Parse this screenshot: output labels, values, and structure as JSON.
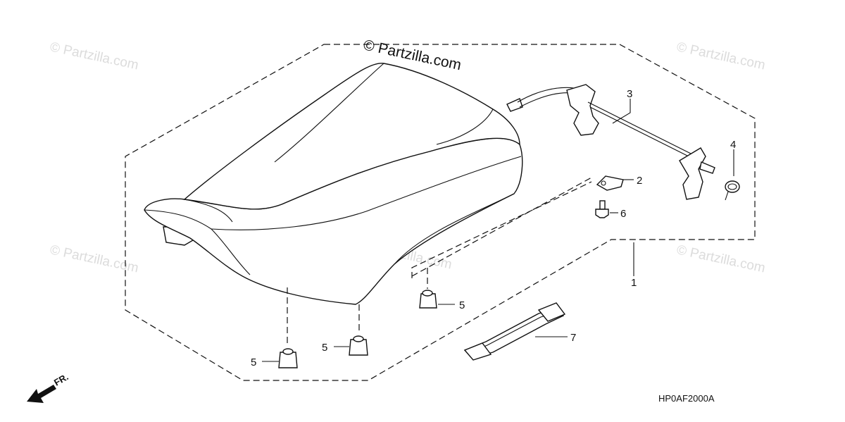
{
  "watermark": {
    "main": "© Partzilla.com",
    "repeat": "© Partzilla.com"
  },
  "callouts": [
    {
      "number": "1",
      "part": "seat-assembly"
    },
    {
      "number": "2",
      "part": "plate"
    },
    {
      "number": "3",
      "part": "seat-lock-bracket"
    },
    {
      "number": "4",
      "part": "spring"
    },
    {
      "number": "5",
      "part": "rubber-cushion"
    },
    {
      "number": "6",
      "part": "bolt"
    },
    {
      "number": "7",
      "part": "strap"
    }
  ],
  "direction_indicator": "FR.",
  "diagram_code": "HP0AF2000A",
  "icons": {
    "front_arrow": "arrow-icon"
  }
}
